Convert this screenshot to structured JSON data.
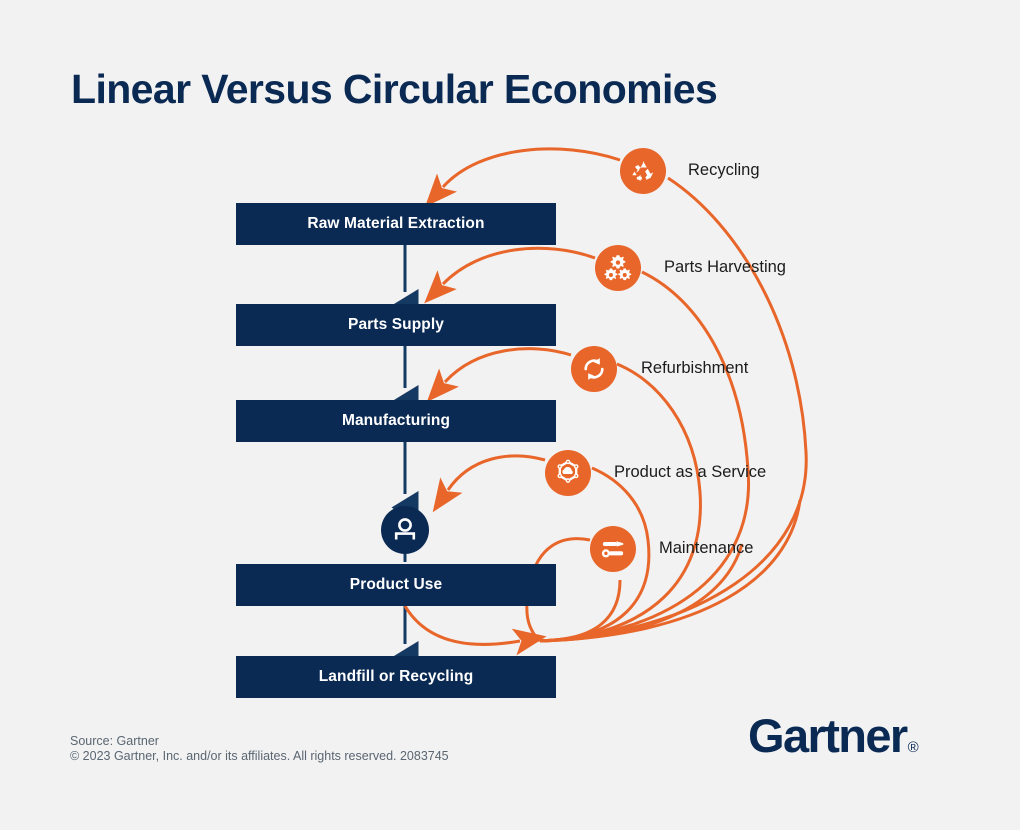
{
  "title": "Linear Versus Circular Economies",
  "colors": {
    "background": "#f2f2f2",
    "navy": "#0a2a54",
    "orange": "#e8662a",
    "label_text": "#1c1c1c",
    "footer_text": "#5a6672"
  },
  "linear_flow": {
    "steps": [
      {
        "label": "Raw Material Extraction"
      },
      {
        "label": "Parts Supply"
      },
      {
        "label": "Manufacturing"
      },
      {
        "label": "Product Use"
      },
      {
        "label": "Landfill or Recycling"
      }
    ],
    "user_icon": "person-icon"
  },
  "circular_nodes": [
    {
      "label": "Recycling",
      "icon": "recycling-icon"
    },
    {
      "label": "Parts Harvesting",
      "icon": "gears-icon"
    },
    {
      "label": "Refurbishment",
      "icon": "refresh-cycle-icon"
    },
    {
      "label": "Product as a Service",
      "icon": "cloud-gear-icon"
    },
    {
      "label": "Maintenance",
      "icon": "tools-icon"
    }
  ],
  "footer": {
    "source": "Source: Gartner",
    "copyright": "© 2023 Gartner, Inc. and/or its affiliates. All rights reserved. 2083745",
    "logo_text": "Gartner",
    "logo_registered": "®"
  }
}
